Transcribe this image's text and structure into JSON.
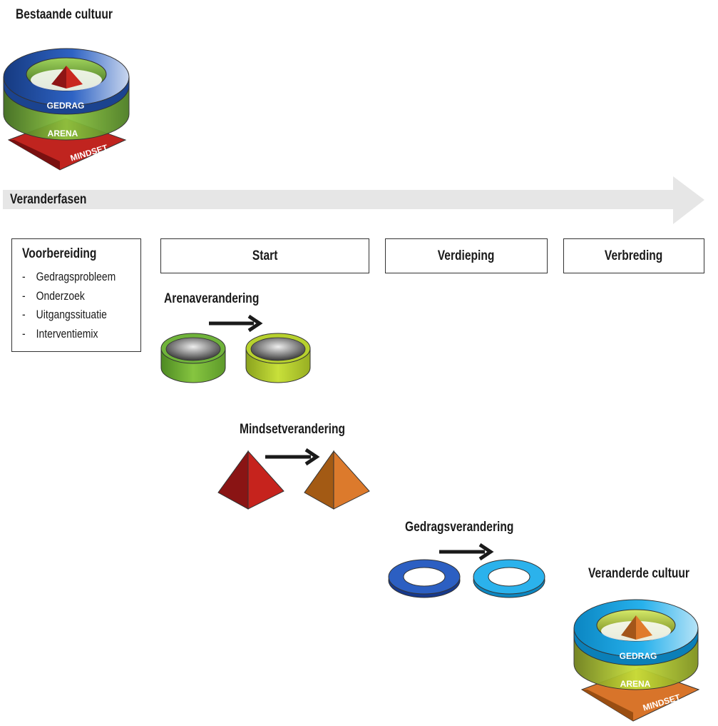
{
  "existing_culture": {
    "title": "Bestaande cultuur",
    "labels": {
      "behavior": "GEDRAG",
      "arena": "ARENA",
      "mindset": "MINDSET"
    }
  },
  "phases_arrow": {
    "label": "Veranderfasen"
  },
  "preparation": {
    "title": "Voorbereiding",
    "items": [
      "Gedragsprobleem",
      "Onderzoek",
      "Uitgangssituatie",
      "Interventiemix"
    ]
  },
  "phases": {
    "start": "Start",
    "deepening": "Verdieping",
    "broadening": "Verbreding"
  },
  "steps": {
    "arena": "Arenaverandering",
    "mindset": "Mindsetverandering",
    "behavior": "Gedragsverandering"
  },
  "changed_culture": {
    "title": "Veranderde cultuur",
    "labels": {
      "behavior": "GEDRAG",
      "arena": "ARENA",
      "mindset": "MINDSET"
    }
  },
  "colors": {
    "old_ring_blue": "#1f4fa8",
    "old_arena_green": "#7cc043",
    "old_mindset_red": "#b41e1e",
    "new_ring_cyan": "#1aa6e0",
    "new_arena_lime": "#b6d532",
    "new_mindset_orange": "#d8742a",
    "arrow_band_gray": "#e6e6e6"
  }
}
